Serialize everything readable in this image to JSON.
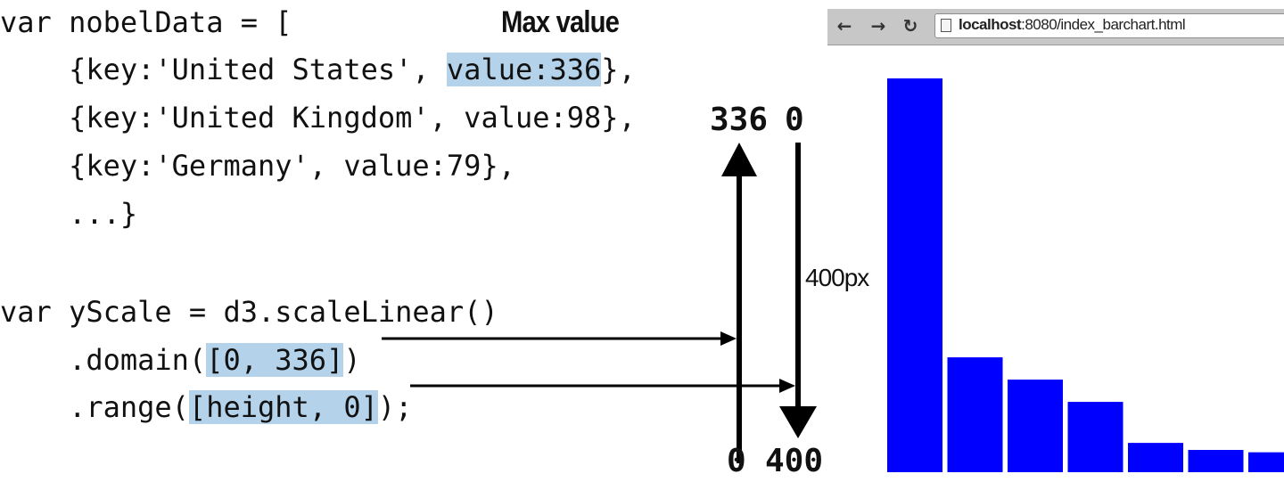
{
  "code_lines": [
    "var nobelData = [",
    "    {key:'United States', value:336},",
    "    {key:'United Kingdom', value:98},",
    "    {key:'Germany', value:79},",
    "    ...}",
    "",
    "var yScale = d3.scaleLinear()",
    "    .domain([0, 336])",
    "    .range([height, 0]);"
  ],
  "highlights": {
    "max": "value:336",
    "domain": "[0, 336]",
    "range": "[height, 0]"
  },
  "annotations": {
    "max_value_label": "Max value",
    "domain_top": "336",
    "domain_bottom": "0",
    "range_top": "0",
    "range_bottom": "400",
    "range_px": "400px"
  },
  "browser": {
    "url_host": "localhost",
    "url_rest": ":8080/index_barchart.html"
  },
  "chart_data": {
    "type": "bar",
    "bar_color": "#0000ff",
    "values": [
      336,
      98,
      79,
      60,
      25,
      19,
      17
    ]
  },
  "colors": {
    "highlight": "#b4d3ea",
    "arrow": "#000000"
  }
}
